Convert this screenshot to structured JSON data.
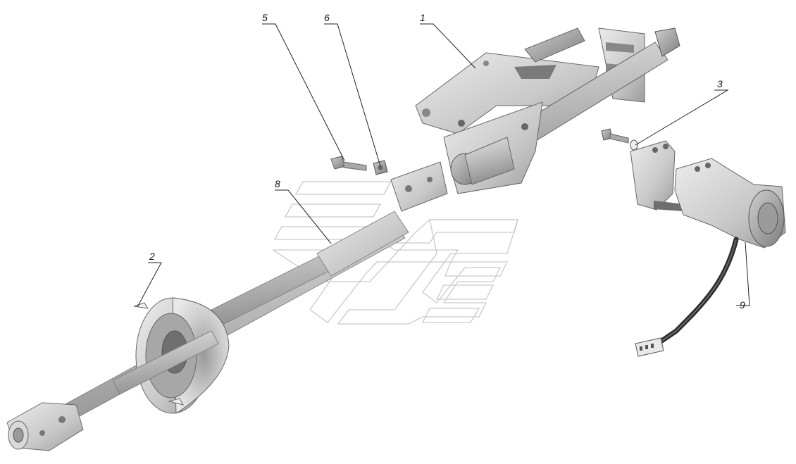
{
  "callouts": [
    {
      "id": "1",
      "label": "1"
    },
    {
      "id": "2",
      "label": "2"
    },
    {
      "id": "3",
      "label": "3"
    },
    {
      "id": "5",
      "label": "5"
    },
    {
      "id": "6",
      "label": "6"
    },
    {
      "id": "8",
      "label": "8"
    },
    {
      "id": "9",
      "label": "9"
    }
  ],
  "colors": {
    "metal_light": "#dedede",
    "metal_mid": "#bdbdbd",
    "metal_dark": "#8a8a8a",
    "cable": "#2b2b2b",
    "watermark": "#c9c9c9",
    "leader": "#222222"
  }
}
